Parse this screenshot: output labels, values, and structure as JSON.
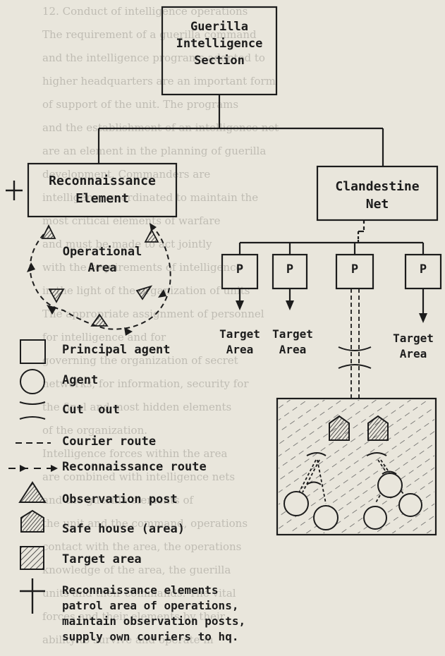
{
  "colors": {
    "paper": "#e9e6dc",
    "ink": "#1c1c1c",
    "bleed_text": "#8d8a82",
    "hatch": "#555555",
    "marker_fill": "#6f6f6f"
  },
  "bleed_through_lines": [
    "12. Conduct of intelligence operations",
    "The requirement of a guerilla command",
    "and the intelligence programs adapted to",
    "higher headquarters are an important form",
    "of support of the unit. The programs",
    "and the establishment of an intelligence net",
    "are an element in the planning of guerilla",
    "development. Commanders are",
    "intelligence coordinated to maintain the",
    "most critical elements of warfare",
    "and must be made to act jointly",
    "with the requirements of intelligence",
    "in the light of the organization of units",
    "The appropriate assignment of personnel",
    "for intelligence and for",
    "governing the organization of secret",
    "networks, for information, security for",
    "the final and most hidden elements",
    "of the organization.",
    "Intelligence forces within the area",
    "are combined with intelligence nets",
    "and the guerilla elements of",
    "the unit and the command, operations",
    "contact with the area, the operations",
    "knowledge of the area, the guerilla",
    "units and their commands. The vital",
    "forces and their elements by their",
    "ability to survive and operate in"
  ],
  "org": {
    "section": [
      "Guerilla",
      "Intelligence",
      "Section"
    ],
    "recon_element": [
      "Reconnaissance",
      "Element"
    ],
    "operational_area": [
      "Operational",
      "Area"
    ],
    "clandestine_net": [
      "Clandestine",
      "Net"
    ],
    "principal_labels": [
      "P",
      "P",
      "P",
      "P"
    ],
    "targets": [
      [
        "Target",
        "Area"
      ],
      [
        "Target",
        "Area"
      ],
      [
        "Target",
        "Area"
      ]
    ]
  },
  "legend": [
    {
      "icon": "principal-agent-box-icon",
      "label": "Principal agent"
    },
    {
      "icon": "agent-circle-icon",
      "label": "Agent"
    },
    {
      "icon": "cutout-arc-icon",
      "label": "Cut  out"
    },
    {
      "icon": "courier-route-dash-icon",
      "label": "Courier route"
    },
    {
      "icon": "recon-route-arrow-icon",
      "label": "Reconnaissance route"
    },
    {
      "icon": "observation-post-triangle-icon",
      "label": "Observation post"
    },
    {
      "icon": "safe-house-pentagon-icon",
      "label": "Safe house (area)"
    },
    {
      "icon": "target-area-hatch-icon",
      "label": "Target area"
    },
    {
      "icon": "cross-icon",
      "label": "Reconnaissance elements"
    }
  ],
  "legend_note": [
    "patrol area of operations,",
    "maintain observation posts,",
    "supply own couriers to hq."
  ]
}
